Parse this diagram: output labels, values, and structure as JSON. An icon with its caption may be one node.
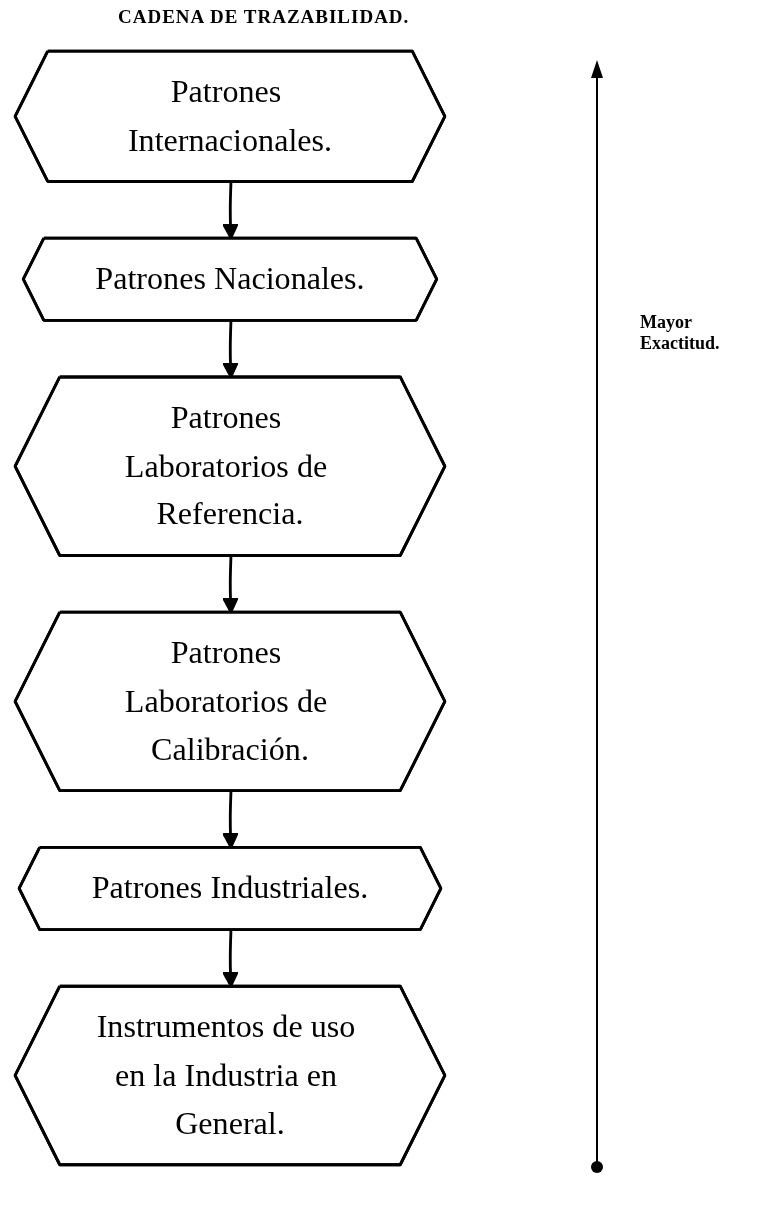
{
  "diagram": {
    "title": "CADENA DE TRAZABILIDAD.",
    "nodes": [
      {
        "text": [
          "Patrones Internacionales."
        ]
      },
      {
        "text": [
          "Patrones Nacionales."
        ]
      },
      {
        "text": [
          "Patrones Laboratorios de Referencia."
        ]
      },
      {
        "text": [
          "Patrones Laboratorios de Calibración."
        ]
      },
      {
        "text": [
          "Patrones Industriales."
        ]
      },
      {
        "text": [
          "Instrumentos de uso en la Industria en General."
        ]
      }
    ],
    "edges": [
      {
        "from": 0,
        "to": 1,
        "arrow": "to"
      },
      {
        "from": 1,
        "to": 2,
        "arrow": "to"
      },
      {
        "from": 2,
        "to": 3,
        "arrow": "to"
      },
      {
        "from": 3,
        "to": 4,
        "arrow": "to"
      },
      {
        "from": 4,
        "to": 5,
        "arrow": "to"
      }
    ],
    "labels": [
      "Mayor Exactitud."
    ]
  }
}
